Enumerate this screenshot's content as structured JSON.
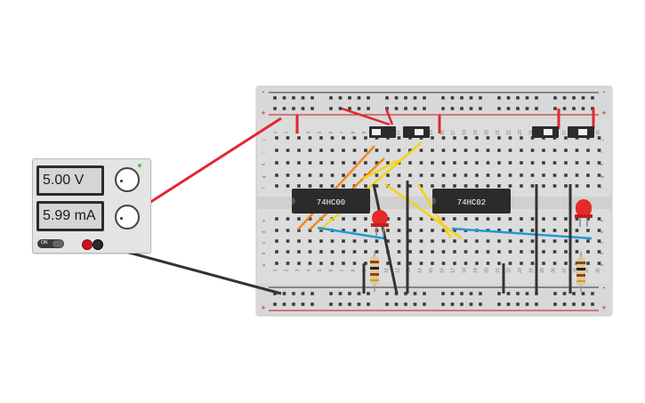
{
  "power_supply": {
    "voltage_display": "5.00 V",
    "current_display": "5.99 mA",
    "on_label": "ON",
    "indicator_color": "#3ecf3e"
  },
  "breadboard": {
    "column_numbers_top": [
      "1",
      "2",
      "3",
      "4",
      "5",
      "6",
      "7",
      "8",
      "9",
      "10",
      "11",
      "12",
      "13",
      "14",
      "15",
      "16",
      "17",
      "18",
      "19",
      "20",
      "21",
      "22",
      "23",
      "24",
      "25",
      "26",
      "27",
      "28",
      "29",
      "30"
    ],
    "row_letters_top": [
      "j",
      "i",
      "h",
      "g",
      "f"
    ],
    "row_letters_bottom": [
      "e",
      "d",
      "c",
      "b",
      "a"
    ],
    "rail_plus": "+",
    "rail_minus": "-"
  },
  "chips": [
    {
      "label": "74HC00"
    },
    {
      "label": "74HC02"
    }
  ],
  "colors": {
    "red_wire": "#e3262b",
    "black_wire": "#333333",
    "orange_wire": "#f08a1c",
    "yellow_wire": "#f5d21a",
    "blue_wire": "#1e9bd7",
    "led_red": "#e52a2a"
  }
}
